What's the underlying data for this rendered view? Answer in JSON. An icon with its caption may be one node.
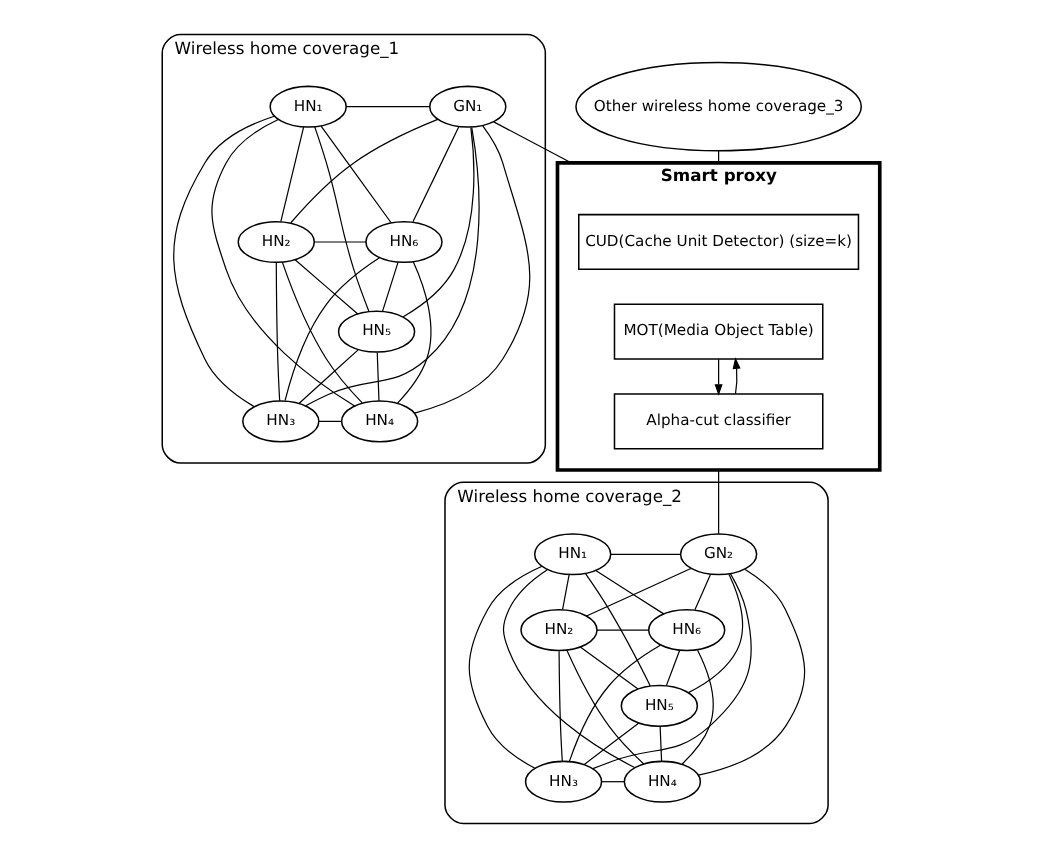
{
  "diagram": {
    "nodes": [
      {
        "text": [
          "Other wireless home coverage_3"
        ]
      },
      {
        "text": [
          "Smart proxy"
        ]
      },
      {
        "text": [
          "CUD(Cache Unit Detector) (size=k)"
        ],
        "in": 1
      },
      {
        "text": [
          "MOT(Media Object Table)"
        ],
        "in": 1
      },
      {
        "text": [
          "Alpha-cut classifier"
        ],
        "in": 1
      },
      {
        "text": [
          "Wireless home coverage_1"
        ]
      },
      {
        "text": [
          "HN₁"
        ],
        "in": 5
      },
      {
        "text": [
          "GN₁"
        ],
        "in": 5
      },
      {
        "text": [
          "HN₆"
        ],
        "in": 5
      },
      {
        "text": [
          "HN₂"
        ],
        "in": 5
      },
      {
        "text": [
          "HN₅"
        ],
        "in": 5
      },
      {
        "text": [
          "HN₃"
        ],
        "in": 5
      },
      {
        "text": [
          "HN₄"
        ],
        "in": 5
      },
      {
        "text": [
          "Wireless home coverage_2"
        ]
      },
      {
        "text": [
          "HN₁"
        ],
        "in": 13
      },
      {
        "text": [
          "GN₂"
        ],
        "in": 13
      },
      {
        "text": [
          "HN₆"
        ],
        "in": 13
      },
      {
        "text": [
          "HN₂"
        ],
        "in": 13
      },
      {
        "text": [
          "HN₅"
        ],
        "in": 13
      },
      {
        "text": [
          "HN₃"
        ],
        "in": 13
      },
      {
        "text": [
          "HN₄"
        ],
        "in": 13
      }
    ],
    "edges": [
      {
        "from": 0,
        "to": 1,
        "arrow": "none"
      },
      {
        "from": 7,
        "to": 1,
        "arrow": "none"
      },
      {
        "from": 1,
        "to": 15,
        "arrow": "none"
      },
      {
        "from": 3,
        "to": 4,
        "arrow": "to"
      },
      {
        "from": 4,
        "to": 3,
        "arrow": "to"
      },
      {
        "from": 6,
        "to": 7,
        "arrow": "none"
      },
      {
        "from": 6,
        "to": 8,
        "arrow": "none"
      },
      {
        "from": 6,
        "to": 9,
        "arrow": "none"
      },
      {
        "from": 6,
        "to": 10,
        "arrow": "none"
      },
      {
        "from": 6,
        "to": 11,
        "arrow": "none"
      },
      {
        "from": 6,
        "to": 12,
        "arrow": "none"
      },
      {
        "from": 7,
        "to": 8,
        "arrow": "none"
      },
      {
        "from": 7,
        "to": 9,
        "arrow": "none"
      },
      {
        "from": 7,
        "to": 10,
        "arrow": "none"
      },
      {
        "from": 7,
        "to": 11,
        "arrow": "none"
      },
      {
        "from": 7,
        "to": 12,
        "arrow": "none"
      },
      {
        "from": 8,
        "to": 9,
        "arrow": "none"
      },
      {
        "from": 8,
        "to": 10,
        "arrow": "none"
      },
      {
        "from": 8,
        "to": 11,
        "arrow": "none"
      },
      {
        "from": 8,
        "to": 12,
        "arrow": "none"
      },
      {
        "from": 9,
        "to": 10,
        "arrow": "none"
      },
      {
        "from": 9,
        "to": 11,
        "arrow": "none"
      },
      {
        "from": 9,
        "to": 12,
        "arrow": "none"
      },
      {
        "from": 10,
        "to": 11,
        "arrow": "none"
      },
      {
        "from": 10,
        "to": 12,
        "arrow": "none"
      },
      {
        "from": 11,
        "to": 12,
        "arrow": "none"
      },
      {
        "from": 14,
        "to": 15,
        "arrow": "none"
      },
      {
        "from": 14,
        "to": 16,
        "arrow": "none"
      },
      {
        "from": 14,
        "to": 17,
        "arrow": "none"
      },
      {
        "from": 14,
        "to": 18,
        "arrow": "none"
      },
      {
        "from": 14,
        "to": 19,
        "arrow": "none"
      },
      {
        "from": 14,
        "to": 20,
        "arrow": "none"
      },
      {
        "from": 15,
        "to": 16,
        "arrow": "none"
      },
      {
        "from": 15,
        "to": 17,
        "arrow": "none"
      },
      {
        "from": 15,
        "to": 18,
        "arrow": "none"
      },
      {
        "from": 15,
        "to": 19,
        "arrow": "none"
      },
      {
        "from": 15,
        "to": 20,
        "arrow": "none"
      },
      {
        "from": 16,
        "to": 17,
        "arrow": "none"
      },
      {
        "from": 16,
        "to": 18,
        "arrow": "none"
      },
      {
        "from": 16,
        "to": 19,
        "arrow": "none"
      },
      {
        "from": 16,
        "to": 20,
        "arrow": "none"
      },
      {
        "from": 17,
        "to": 18,
        "arrow": "none"
      },
      {
        "from": 17,
        "to": 19,
        "arrow": "none"
      },
      {
        "from": 17,
        "to": 20,
        "arrow": "none"
      },
      {
        "from": 18,
        "to": 19,
        "arrow": "none"
      },
      {
        "from": 18,
        "to": 20,
        "arrow": "none"
      },
      {
        "from": 19,
        "to": 20,
        "arrow": "none"
      }
    ]
  }
}
